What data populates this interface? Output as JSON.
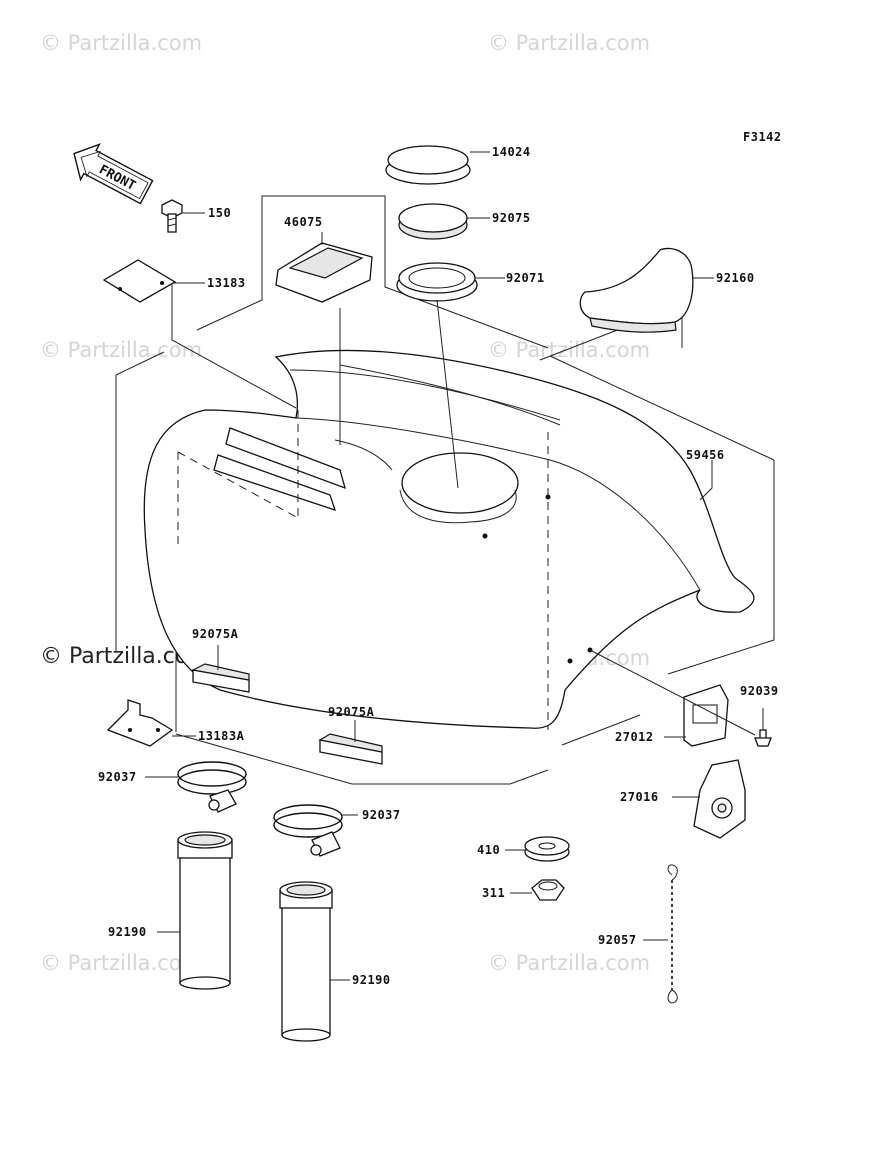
{
  "figure_code": "F3142",
  "front_arrow": {
    "text": "FRONT"
  },
  "watermarks": {
    "faint": "© Partzilla.com",
    "strong": "© Partzilla.com"
  },
  "parts": [
    {
      "id": "p150",
      "number": "150"
    },
    {
      "id": "p13183",
      "number": "13183"
    },
    {
      "id": "p46075",
      "number": "46075"
    },
    {
      "id": "p14024",
      "number": "14024"
    },
    {
      "id": "p92075",
      "number": "92075"
    },
    {
      "id": "p92071",
      "number": "92071"
    },
    {
      "id": "p92160",
      "number": "92160"
    },
    {
      "id": "p59456",
      "number": "59456"
    },
    {
      "id": "p92075A_1",
      "number": "92075A"
    },
    {
      "id": "p92075A_2",
      "number": "92075A"
    },
    {
      "id": "p13183A",
      "number": "13183A"
    },
    {
      "id": "p92037_1",
      "number": "92037"
    },
    {
      "id": "p92037_2",
      "number": "92037"
    },
    {
      "id": "p92039",
      "number": "92039"
    },
    {
      "id": "p27012",
      "number": "27012"
    },
    {
      "id": "p27016",
      "number": "27016"
    },
    {
      "id": "p410",
      "number": "410"
    },
    {
      "id": "p311",
      "number": "311"
    },
    {
      "id": "p92057",
      "number": "92057"
    },
    {
      "id": "p92190_1",
      "number": "92190"
    },
    {
      "id": "p92190_2",
      "number": "92190"
    }
  ]
}
